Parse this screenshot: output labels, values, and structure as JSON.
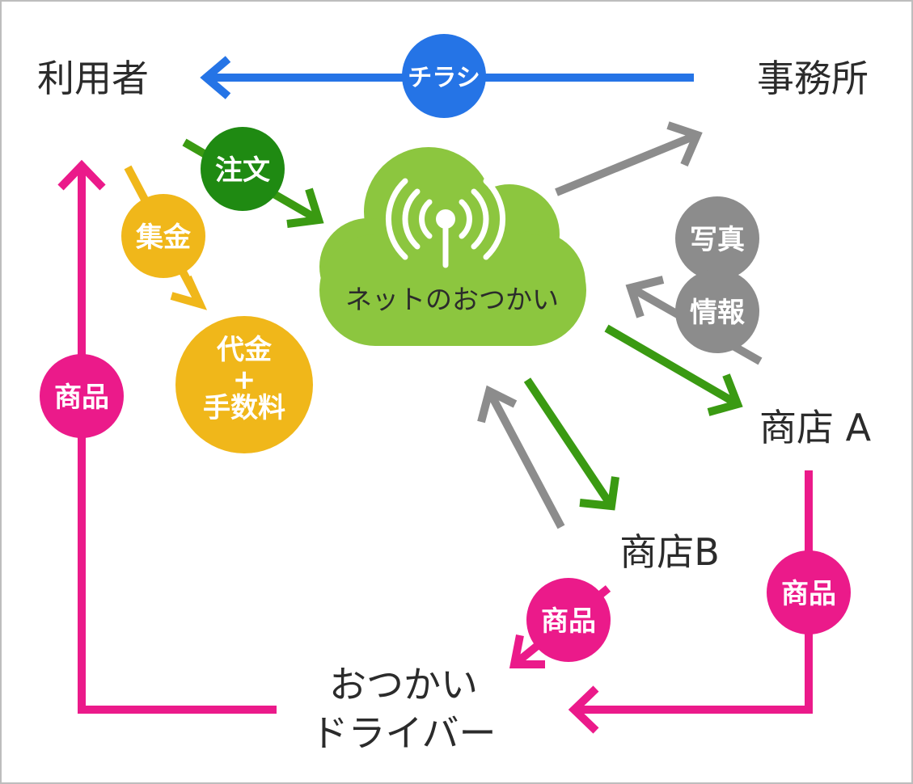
{
  "nodes": {
    "user": "利用者",
    "office": "事務所",
    "shop_a": "商店 A",
    "shop_b": "商店B",
    "driver_line1": "おつかい",
    "driver_line2": "ドライバー"
  },
  "cloud": {
    "label": "ネットのおつかい",
    "icon": "antenna-signal-icon"
  },
  "badges": {
    "flyer": "チラシ",
    "order": "注文",
    "collect": "集金",
    "payment_line1": "代金",
    "payment_line2": "+",
    "payment_line3": "手数料",
    "photo_line1": "写真",
    "photo_line2": "情報",
    "goods_left": "商品",
    "goods_shop_b": "商品",
    "goods_shop_a": "商品"
  },
  "colors": {
    "blue": "#2574e6",
    "green": "#3a9a12",
    "dark_green": "#1f8a12",
    "cloud_green": "#8cc63f",
    "gray": "#8c8c8c",
    "yellow": "#f0b71a",
    "pink": "#eb1a8a",
    "text": "#2b2b2b"
  }
}
